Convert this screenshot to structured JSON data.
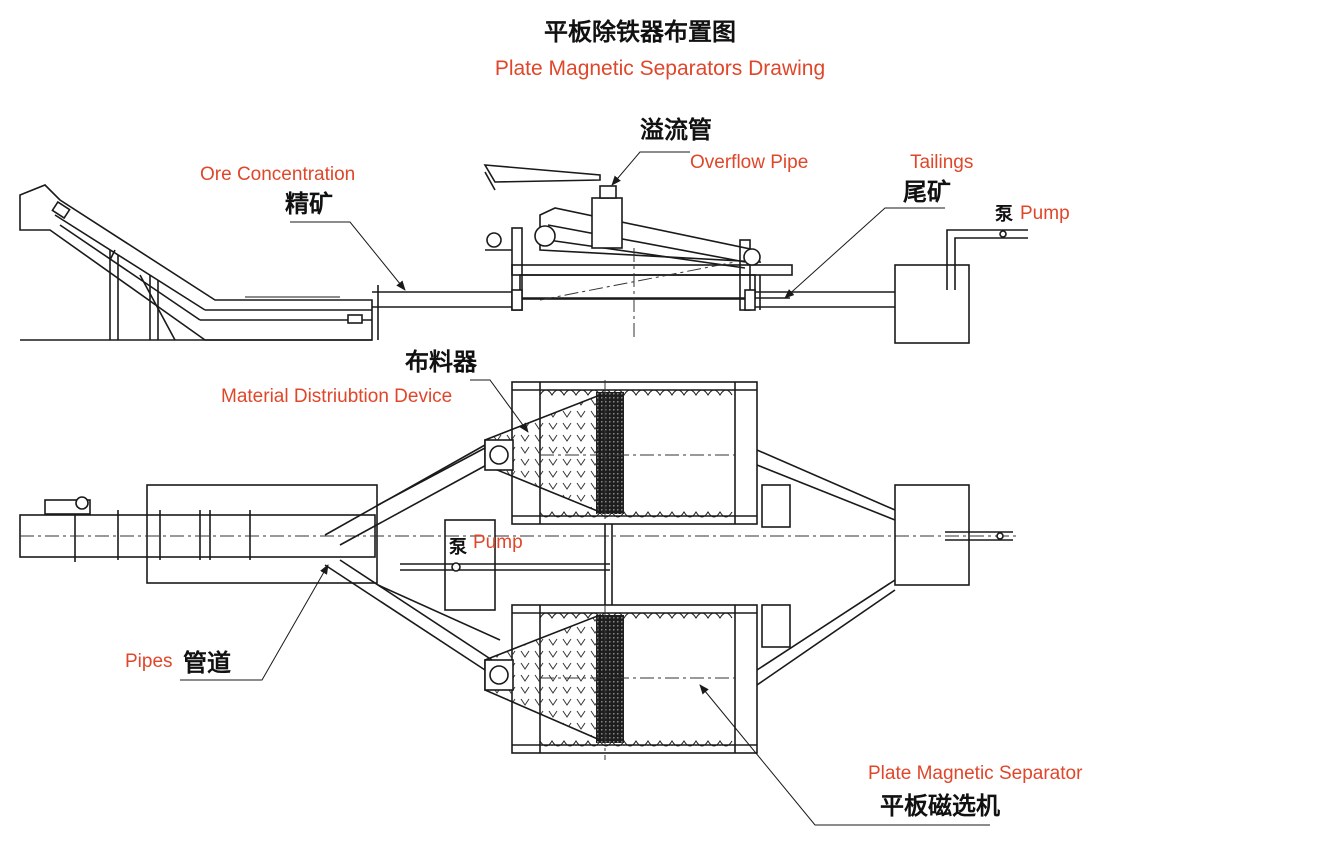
{
  "title": {
    "cn": "平板除铁器布置图",
    "en": "Plate Magnetic Separators Drawing"
  },
  "labels": {
    "ore_concentration_en": "Ore Concentration",
    "ore_concentration_cn": "精矿",
    "overflow_pipe_cn": "溢流管",
    "overflow_pipe_en": "Overflow Pipe",
    "tailings_en": "Tailings",
    "tailings_cn": "尾矿",
    "pump_top_cn": "泵",
    "pump_top_en": "Pump",
    "distributor_cn": "布料器",
    "distributor_en": "Material Distriubtion Device",
    "pump_mid_cn": "泵",
    "pump_mid_en": "Pump",
    "pipes_en": "Pipes",
    "pipes_cn": "管道",
    "separator_en": "Plate Magnetic Separator",
    "separator_cn": "平板磁选机"
  },
  "colors": {
    "label_en": "#e0462a",
    "label_cn": "#111111",
    "line": "#1a1a1a"
  }
}
